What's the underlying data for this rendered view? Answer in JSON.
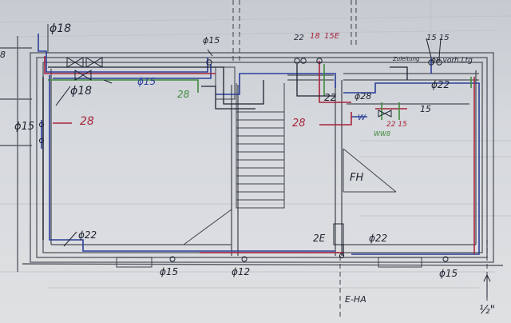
{
  "colors": {
    "paper": "#d3d6da",
    "ink": "#1d2230",
    "pencil": "#8c9098",
    "blue_pipe": "#2b3f9a",
    "red_pipe": "#a8243c",
    "green_pipe": "#3f8a3c"
  },
  "labels": {
    "d18_top": "ϕ18",
    "d15_top_mid": "ϕ15",
    "nums_22": "22",
    "nums_18": "18",
    "nums_15e": "15E",
    "d15_15_right": "15 15",
    "zu_leitung": "Zuleitung",
    "right_top_note": "ϕ8 vorh.Ltg",
    "d15_main_blue": "ϕ15",
    "n28_green": "28",
    "d22_upper_right": "ϕ22",
    "d18_left": "ϕ18",
    "d15_left_side": "ϕ15",
    "n28_left_red": "28",
    "n28_center_red": "28",
    "n22_center": "22",
    "d28_center": "ϕ28",
    "n15_right": "15",
    "n22_15_right": "22 15",
    "w_label": "W",
    "ww8": "WW8",
    "fh": "FH",
    "d22_bottom_left": "ϕ22",
    "n2e": "2E",
    "d22_bottom_mid": "ϕ22",
    "d15_bottom_left": "ϕ15",
    "d12_bottom": "ϕ12",
    "d15_bottom_right": "ϕ15",
    "eha": "E-HA",
    "half_inch": "½\"",
    "n8_left": "8"
  }
}
